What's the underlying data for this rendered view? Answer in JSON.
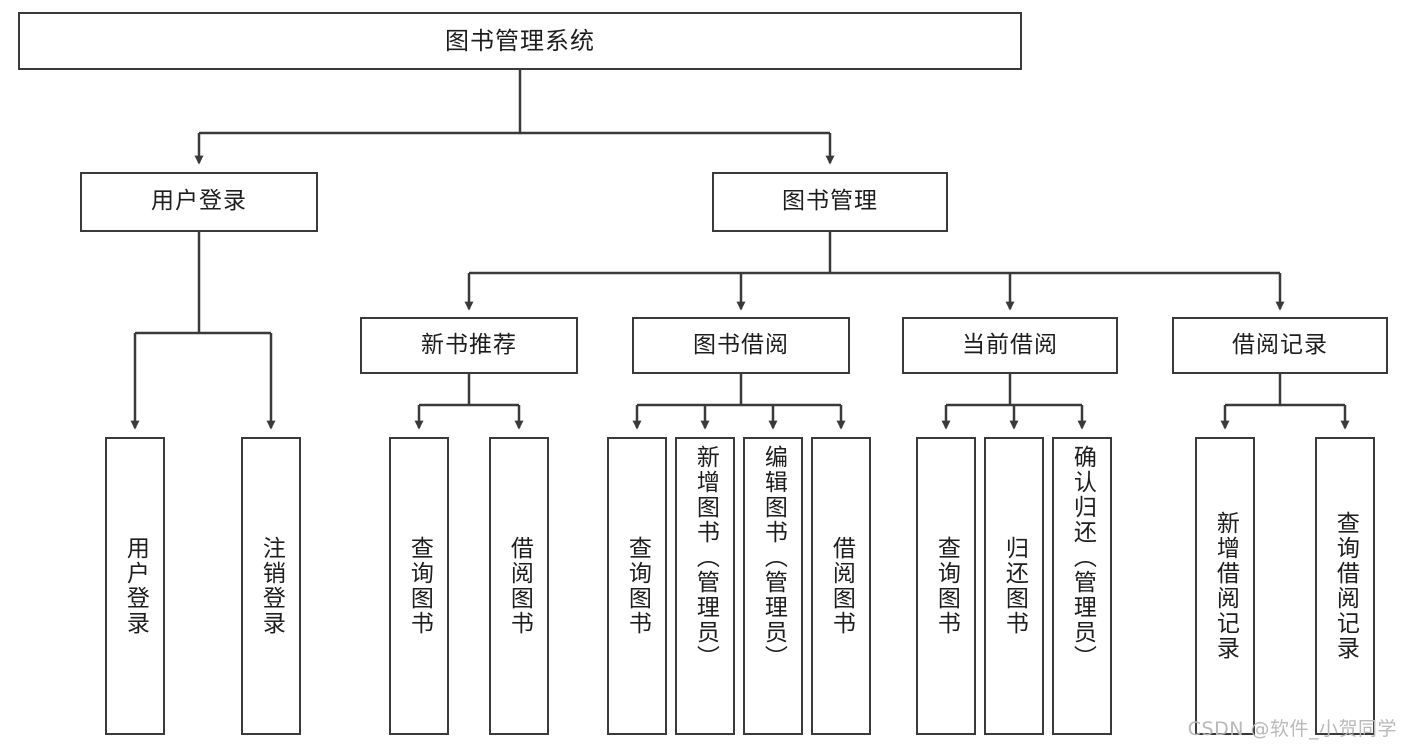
{
  "diagram": {
    "title": "图书管理系统",
    "type": "tree-hierarchy",
    "background_color": "#ffffff",
    "line_color": "#3a3a3a",
    "text_color": "#1d1d1d",
    "watermark": "CSDN @软件_小贺同学"
  },
  "nodes": {
    "root": {
      "label": "图书管理系统"
    },
    "level1": [
      {
        "id": "user-login",
        "label": "用户登录"
      },
      {
        "id": "book-manage",
        "label": "图书管理"
      }
    ],
    "level2": [
      {
        "id": "new-book-recommend",
        "label": "新书推荐"
      },
      {
        "id": "book-borrow",
        "label": "图书借阅"
      },
      {
        "id": "current-borrow",
        "label": "当前借阅"
      },
      {
        "id": "borrow-record",
        "label": "借阅记录"
      }
    ],
    "leaves": {
      "user_login": [
        {
          "id": "leaf-user-login",
          "label": "用户登录"
        },
        {
          "id": "leaf-logout-login",
          "label": "注销登录"
        }
      ],
      "new_book_recommend": [
        {
          "id": "leaf-query-book-1",
          "label": "查询图书"
        },
        {
          "id": "leaf-borrow-book-1",
          "label": "借阅图书"
        }
      ],
      "book_borrow": [
        {
          "id": "leaf-query-book-2",
          "label": "查询图书"
        },
        {
          "id": "leaf-add-book",
          "label": "新增图书（管理员）"
        },
        {
          "id": "leaf-edit-book",
          "label": "编辑图书（管理员）"
        },
        {
          "id": "leaf-borrow-book-2",
          "label": "借阅图书"
        }
      ],
      "current_borrow": [
        {
          "id": "leaf-query-book-3",
          "label": "查询图书"
        },
        {
          "id": "leaf-return-book",
          "label": "归还图书"
        },
        {
          "id": "leaf-confirm-return",
          "label": "确认归还（管理员）"
        }
      ],
      "borrow_record": [
        {
          "id": "leaf-add-record",
          "label": "新增借阅记录"
        },
        {
          "id": "leaf-query-record",
          "label": "查询借阅记录"
        }
      ]
    }
  }
}
